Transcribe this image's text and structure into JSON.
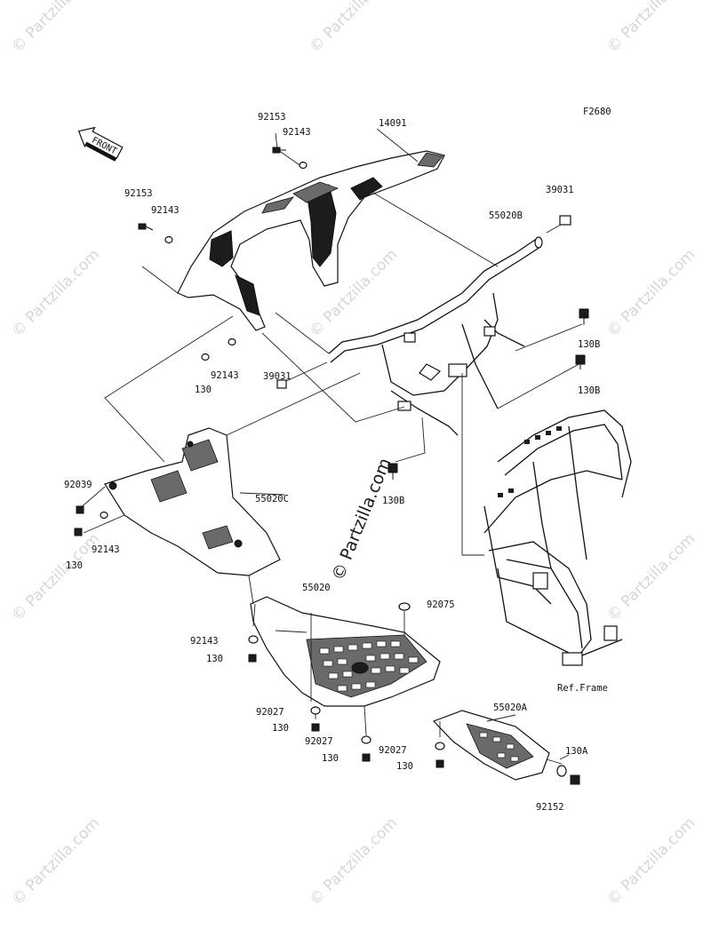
{
  "diagram_code": "F2680",
  "front_label": "FRONT",
  "watermark": "© Partzilla.com",
  "ref_frame": "Ref.Frame",
  "labels": {
    "l92153_top": "92153",
    "l92143_top": "92143",
    "l14091": "14091",
    "l92153_left": "92153",
    "l92143_left": "92143",
    "l39031_right": "39031",
    "l55020B": "55020B",
    "l130B_1": "130B",
    "l130B_2": "130B",
    "l130B_3": "130B",
    "l39031_mid": "39031",
    "l130_mid": "130",
    "l92143_mid": "92143",
    "l92039": "92039",
    "l55020C": "55020C",
    "l130_left": "130",
    "l92143_left2": "92143",
    "l55020": "55020",
    "l92075": "92075",
    "l92143_low": "92143",
    "l130_low": "130",
    "l92027_a": "92027",
    "l130_a": "130",
    "l92027_b": "92027",
    "l130_b": "130",
    "l92027_c": "92027",
    "l130_c": "130",
    "l55020A": "55020A",
    "l130A": "130A",
    "l92152": "92152"
  }
}
